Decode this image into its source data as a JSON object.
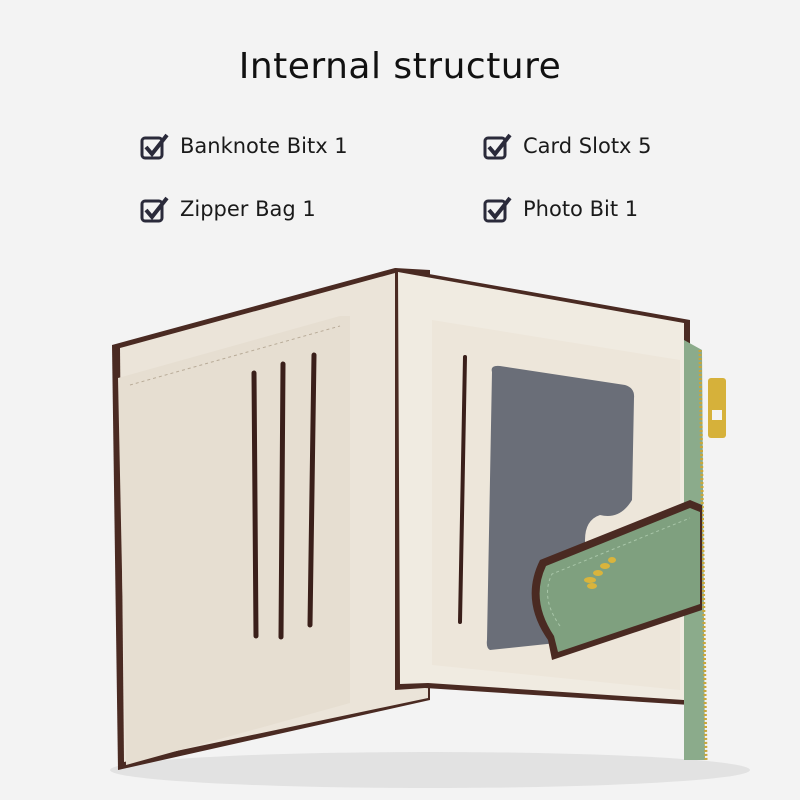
{
  "header": {
    "title": "Internal structure"
  },
  "features": [
    {
      "label": "Banknote Bitx 1",
      "icon": "checkbox-checked-icon"
    },
    {
      "label": "Card Slotx 5",
      "icon": "checkbox-checked-icon"
    },
    {
      "label": "Zipper Bag 1",
      "icon": "checkbox-checked-icon"
    },
    {
      "label": "Photo Bit 1",
      "icon": "checkbox-checked-icon"
    }
  ],
  "product": {
    "description": "Open bifold wallet, cream interior, green strap with gold leaf clasp, gold zipper",
    "colors": {
      "interior": "#ece6dc",
      "strap": "#7fa07f",
      "edge": "#4a2a22",
      "window": "#6a6e78",
      "hardware": "#d6b13a",
      "background": "#f3f3f3"
    }
  }
}
